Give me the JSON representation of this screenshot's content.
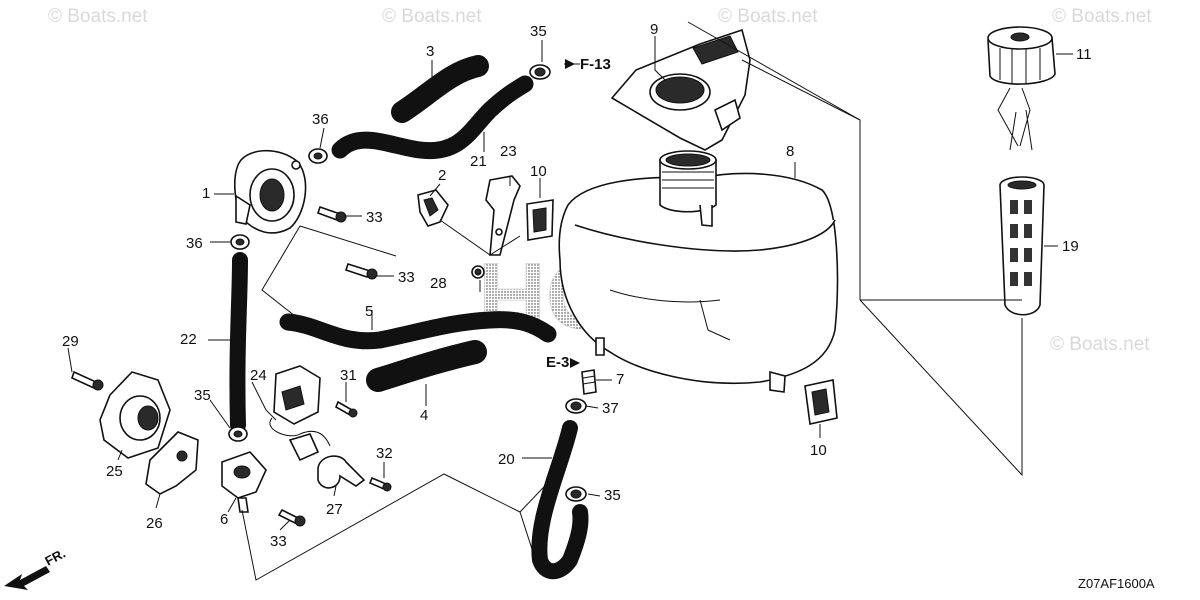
{
  "watermark": "© Boats.net",
  "logo_text": "HONDA",
  "diagram_code": "Z07AF1600A",
  "front_marker": "FR.",
  "references": {
    "f13": "F-13",
    "e3": "E-3"
  },
  "parts": {
    "p1": "1",
    "p2": "2",
    "p3": "3",
    "p4": "4",
    "p5": "5",
    "p6": "6",
    "p7": "7",
    "p8": "8",
    "p9": "9",
    "p10a": "10",
    "p10b": "10",
    "p11": "11",
    "p19": "19",
    "p20": "20",
    "p21": "21",
    "p22": "22",
    "p23": "23",
    "p24": "24",
    "p25": "25",
    "p26": "26",
    "p27": "27",
    "p28": "28",
    "p29": "29",
    "p31": "31",
    "p32": "32",
    "p33a": "33",
    "p33b": "33",
    "p33c": "33",
    "p35a": "35",
    "p35b": "35",
    "p35c": "35",
    "p36a": "36",
    "p36b": "36",
    "p37": "37"
  }
}
